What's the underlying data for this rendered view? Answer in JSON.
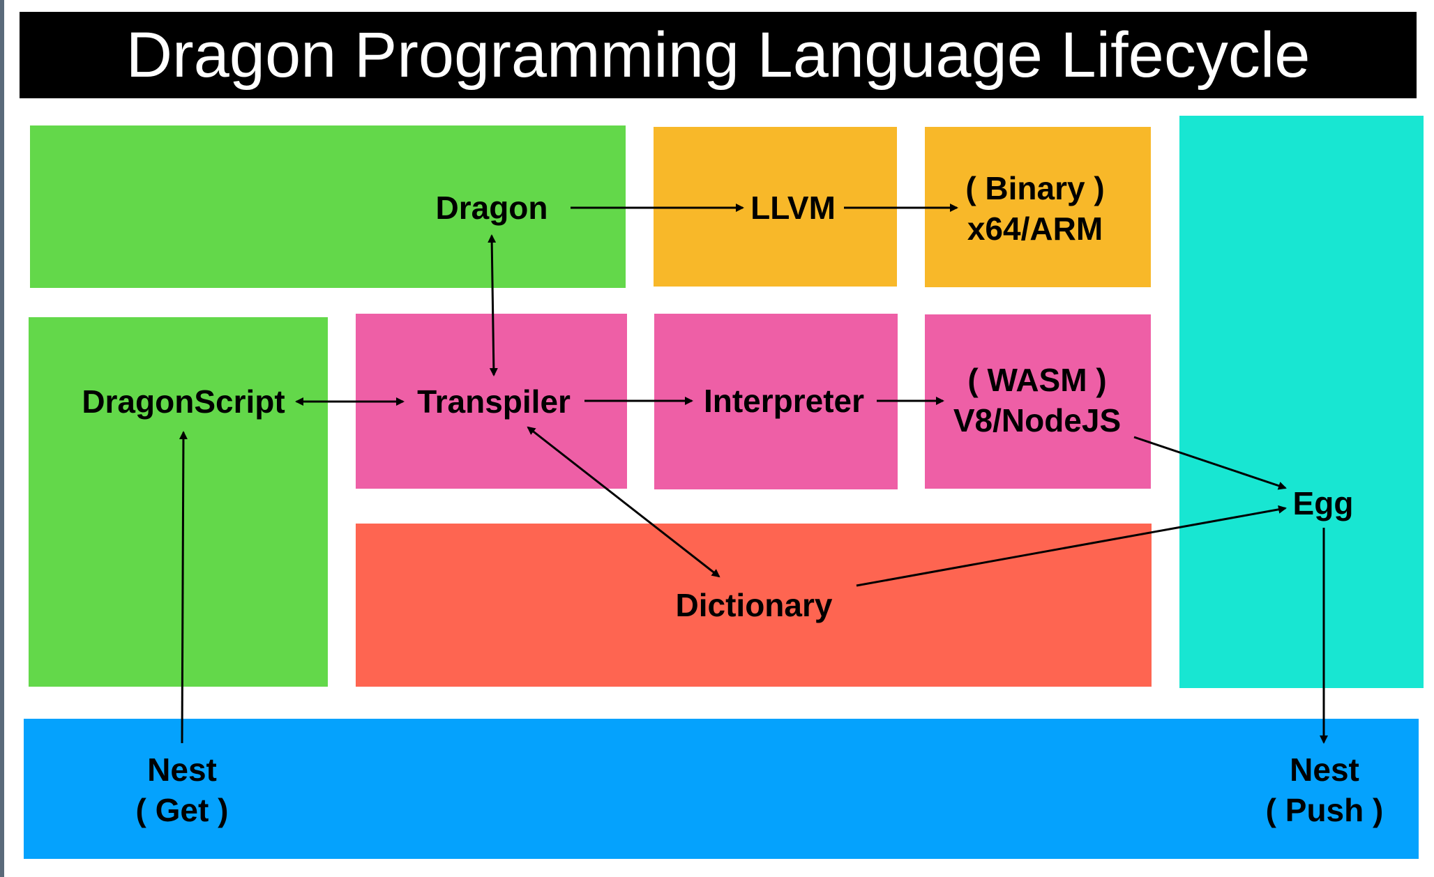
{
  "title": "Dragon Programming Language Lifecycle",
  "colors": {
    "green": "#63d84a",
    "orange": "#f8b829",
    "pink": "#ee5fa6",
    "red": "#fe6551",
    "teal": "#18e6d2",
    "blue": "#05a2fd",
    "title_bg": "#000000"
  },
  "nodes": {
    "dragon": "Dragon",
    "llvm": "LLVM",
    "binary_1": "( Binary )",
    "binary_2": "x64/ARM",
    "dragonscript": "DragonScript",
    "transpiler": "Transpiler",
    "interpreter": "Interpreter",
    "wasm_1": "( WASM )",
    "wasm_2": "V8/NodeJS",
    "egg": "Egg",
    "dictionary": "Dictionary",
    "nest_get_1": "Nest",
    "nest_get_2": "( Get )",
    "nest_push_1": "Nest",
    "nest_push_2": "( Push )"
  }
}
